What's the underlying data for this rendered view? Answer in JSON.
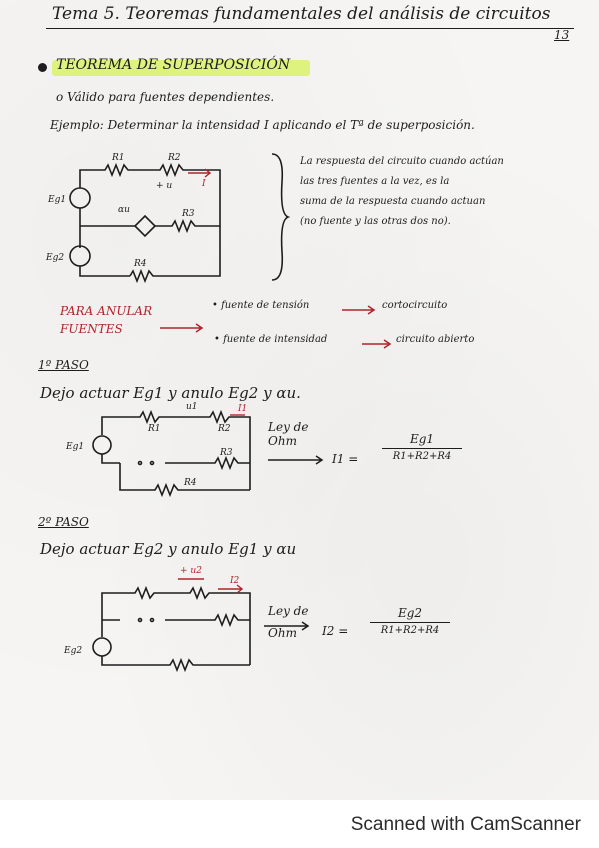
{
  "title": "Tema 5. Teoremas fundamentales del análisis de circuitos",
  "page_number": "13",
  "section_heading": "Teorema de superposición",
  "note_valid": "o Válido para fuentes dependientes.",
  "example": "Ejemplo: Determinar la intensidad I aplicando el Tª de superposición.",
  "circuit1": {
    "labels": [
      "R1",
      "R2",
      "+ u",
      "I",
      "Eg1",
      "αu",
      "R3",
      "Eg2",
      "R4"
    ]
  },
  "explanation": [
    "La respuesta del circuito cuando actúan",
    "las tres fuentes a la vez, es la",
    "suma de la respuesta cuando actuan",
    "(no fuente y las otras dos no)."
  ],
  "annul": {
    "title_line1": "PARA ANULAR",
    "title_line2": "FUENTES",
    "item1_source": "• fuente de tensión",
    "item1_result": "cortocircuito",
    "item2_source": "• fuente de intensidad",
    "item2_result": "circuito abierto"
  },
  "step1": {
    "heading": "1º PASO",
    "text": "Dejo actuar Eg1 y anulo Eg2 y αu.",
    "law": "Ley de Ohm",
    "current": "I1 =",
    "numerator": "Eg1",
    "denominator": "R1+R2+R4",
    "labels": [
      "R1",
      "R2",
      "u1",
      "I1",
      "Eg1",
      "R3",
      "R4"
    ]
  },
  "step2": {
    "heading": "2º PASO",
    "text": "Dejo actuar Eg2 y anulo Eg1 y αu",
    "law": "Ley de Ohm",
    "current": "I2 =",
    "numerator": "Eg2",
    "denominator": "R1+R2+R4",
    "labels": [
      "+ u2",
      "I2",
      "Eg2"
    ]
  },
  "footer": "Scanned with CamScanner"
}
